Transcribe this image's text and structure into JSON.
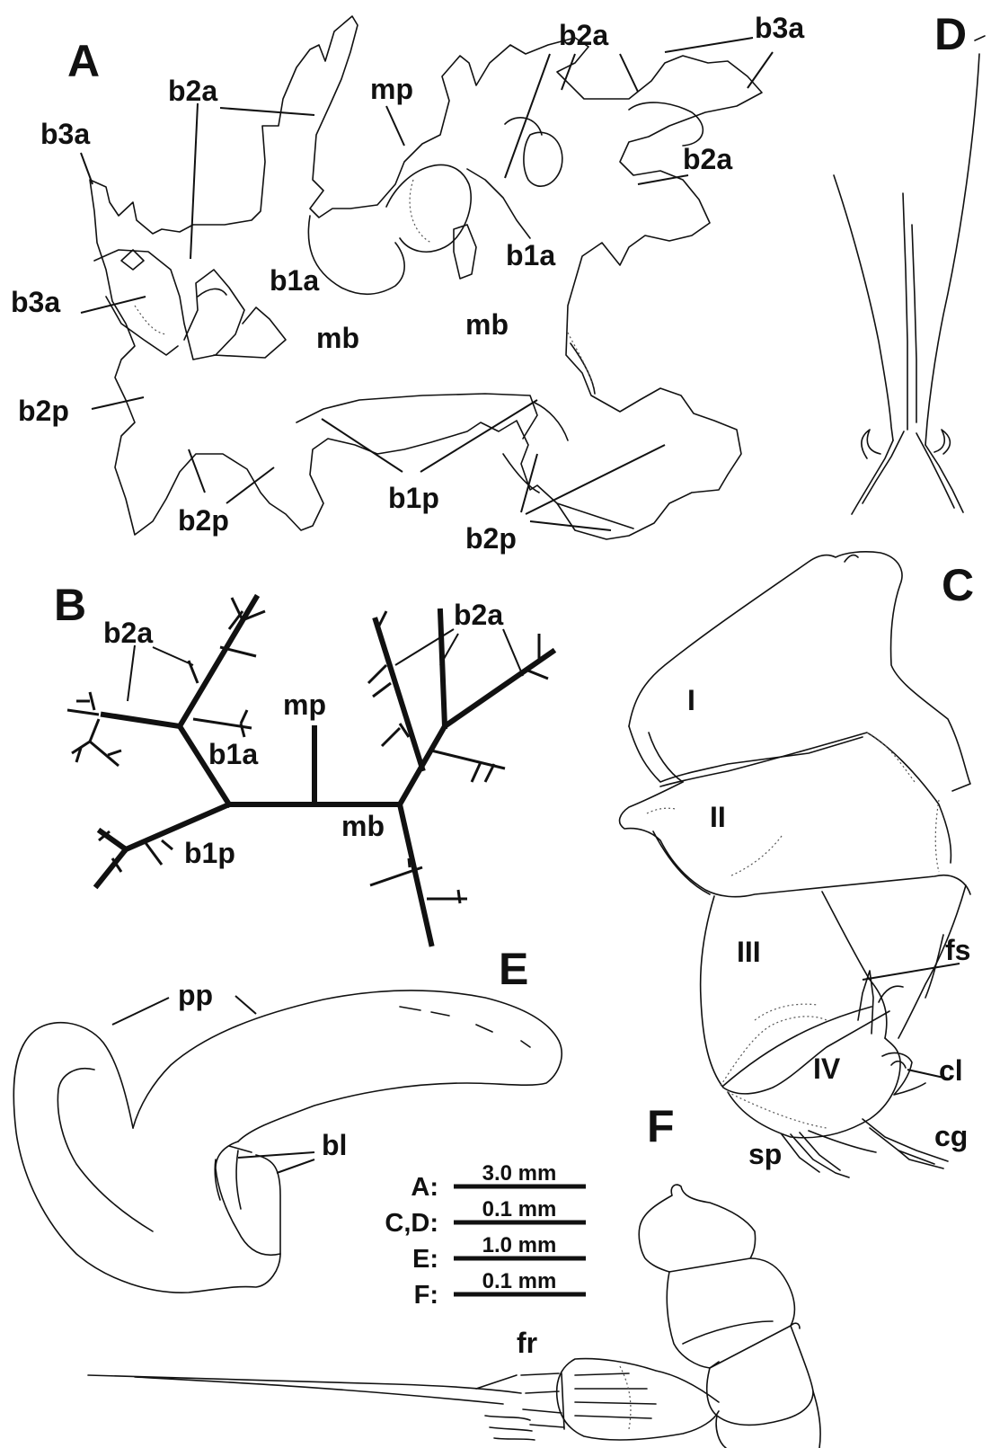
{
  "panels": {
    "A": {
      "letter": "A",
      "labels": {
        "b3a_upper": "b3a",
        "b2a_left": "b2a",
        "mp": "mp",
        "b2a_top": "b2a",
        "b3a_right": "b3a",
        "b2a_right": "b2a",
        "b1a_right": "b1a",
        "b1a_left": "b1a",
        "b3a_mid": "b3a",
        "mb_left": "mb",
        "mb_right": "mb",
        "b2p_left": "b2p",
        "b2p_bottom": "b2p",
        "b1p": "b1p",
        "b2p_right": "b2p"
      }
    },
    "B": {
      "letter": "B",
      "labels": {
        "b2a_left": "b2a",
        "mp": "mp",
        "b2a_right": "b2a",
        "b1a": "b1a",
        "mb": "mb",
        "b1p": "b1p"
      }
    },
    "C": {
      "letter": "C",
      "labels": {
        "seg1": "I",
        "seg2": "II",
        "seg3": "III",
        "seg4": "IV",
        "fs": "fs",
        "cl": "cl",
        "cg": "cg",
        "sp": "sp"
      }
    },
    "D": {
      "letter": "D"
    },
    "E": {
      "letter": "E",
      "labels": {
        "pp": "pp",
        "bl": "bl"
      }
    },
    "F": {
      "letter": "F",
      "labels": {
        "fr": "fr"
      }
    }
  },
  "scale_bars": [
    {
      "key": "A:",
      "value": "3.0 mm"
    },
    {
      "key": "C,D:",
      "value": "0.1 mm"
    },
    {
      "key": "E:",
      "value": "1.0 mm"
    },
    {
      "key": "F:",
      "value": "0.1 mm"
    }
  ]
}
